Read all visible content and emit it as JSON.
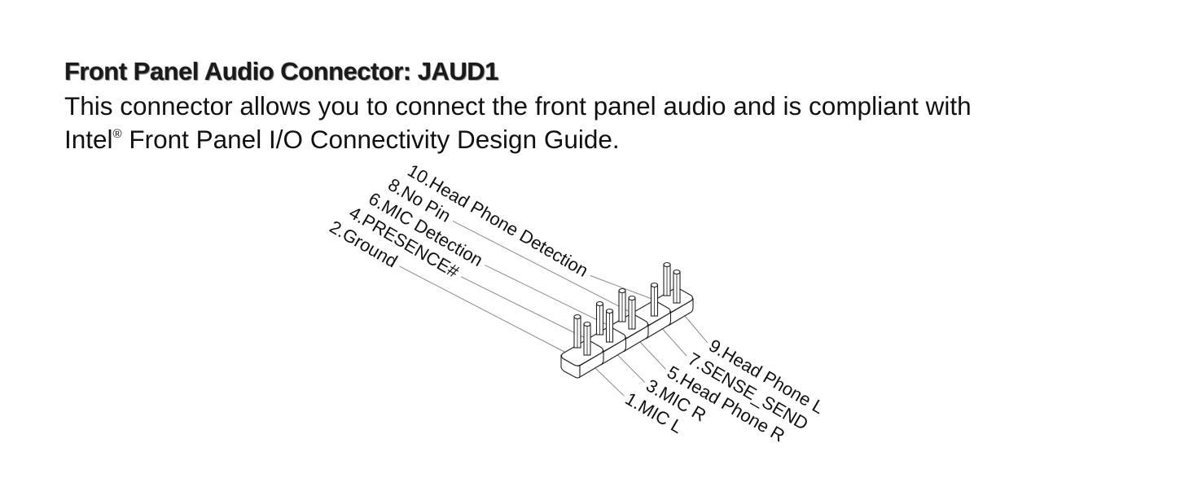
{
  "section": {
    "title": "Front Panel Audio Connector: JAUD1",
    "description_line1": "This connector allows you to connect the front panel audio and is compliant with",
    "description_line2_prefix": "Intel",
    "registered_mark": "®",
    "description_line2_suffix": " Front Panel I/O Connectivity Design Guide."
  },
  "connector": {
    "name": "JAUD1",
    "even_pins": [
      {
        "pin": 2,
        "label": "2.Ground",
        "present": true
      },
      {
        "pin": 4,
        "label": "4.PRESENCE#",
        "present": true
      },
      {
        "pin": 6,
        "label": "6.MIC Detection",
        "present": true
      },
      {
        "pin": 8,
        "label": "8.No Pin",
        "present": false
      },
      {
        "pin": 10,
        "label": "10.Head Phone Detection",
        "present": true
      }
    ],
    "odd_pins": [
      {
        "pin": 1,
        "label": "1.MIC L",
        "present": true
      },
      {
        "pin": 3,
        "label": "3.MIC R",
        "present": true
      },
      {
        "pin": 5,
        "label": "5.Head Phone R",
        "present": true
      },
      {
        "pin": 7,
        "label": "7.SENSE_SEND",
        "present": true
      },
      {
        "pin": 9,
        "label": "9.Head Phone L",
        "present": true
      }
    ]
  },
  "colors": {
    "text": "#111111",
    "leader": "#8a8a8a",
    "outline": "#222222",
    "shadow": "#9a9a9a"
  }
}
